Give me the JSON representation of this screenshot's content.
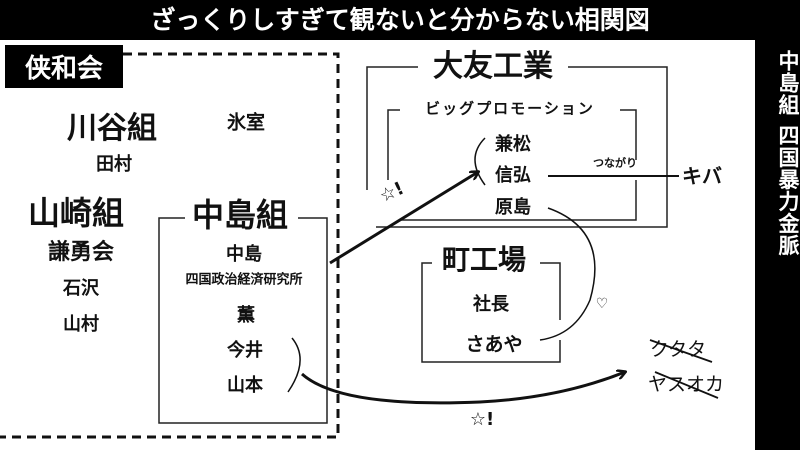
{
  "title": "ざっくりしすぎて観ないと分からない相関図",
  "side_title": "中島組 四国暴力金脈",
  "kyowakai": {
    "label": "侠和会",
    "kawatani": {
      "name": "川谷組",
      "members": [
        "田村"
      ]
    },
    "himuro": "氷室",
    "yamazaki": {
      "name": "山崎組",
      "sub": "謙勇会",
      "members": [
        "石沢",
        "山村"
      ]
    },
    "nakajima": {
      "name": "中島組",
      "members": [
        "中島",
        "四国政治経済研究所",
        "薫",
        "今井",
        "山本"
      ]
    }
  },
  "otomo": {
    "name": "大友工業",
    "big_promotion": {
      "name": "ビッグプロモーション",
      "members": [
        "兼松",
        "信弘",
        "原島"
      ]
    }
  },
  "machikoba": {
    "name": "町工場",
    "members": [
      "社長",
      "さあや"
    ]
  },
  "connection_label": "つながり",
  "kiba": "キバ",
  "crossed_out": [
    "クタタ",
    "ヤスオカ"
  ],
  "annotations": {
    "star_exclaim": "☆!",
    "heart": "♡"
  }
}
